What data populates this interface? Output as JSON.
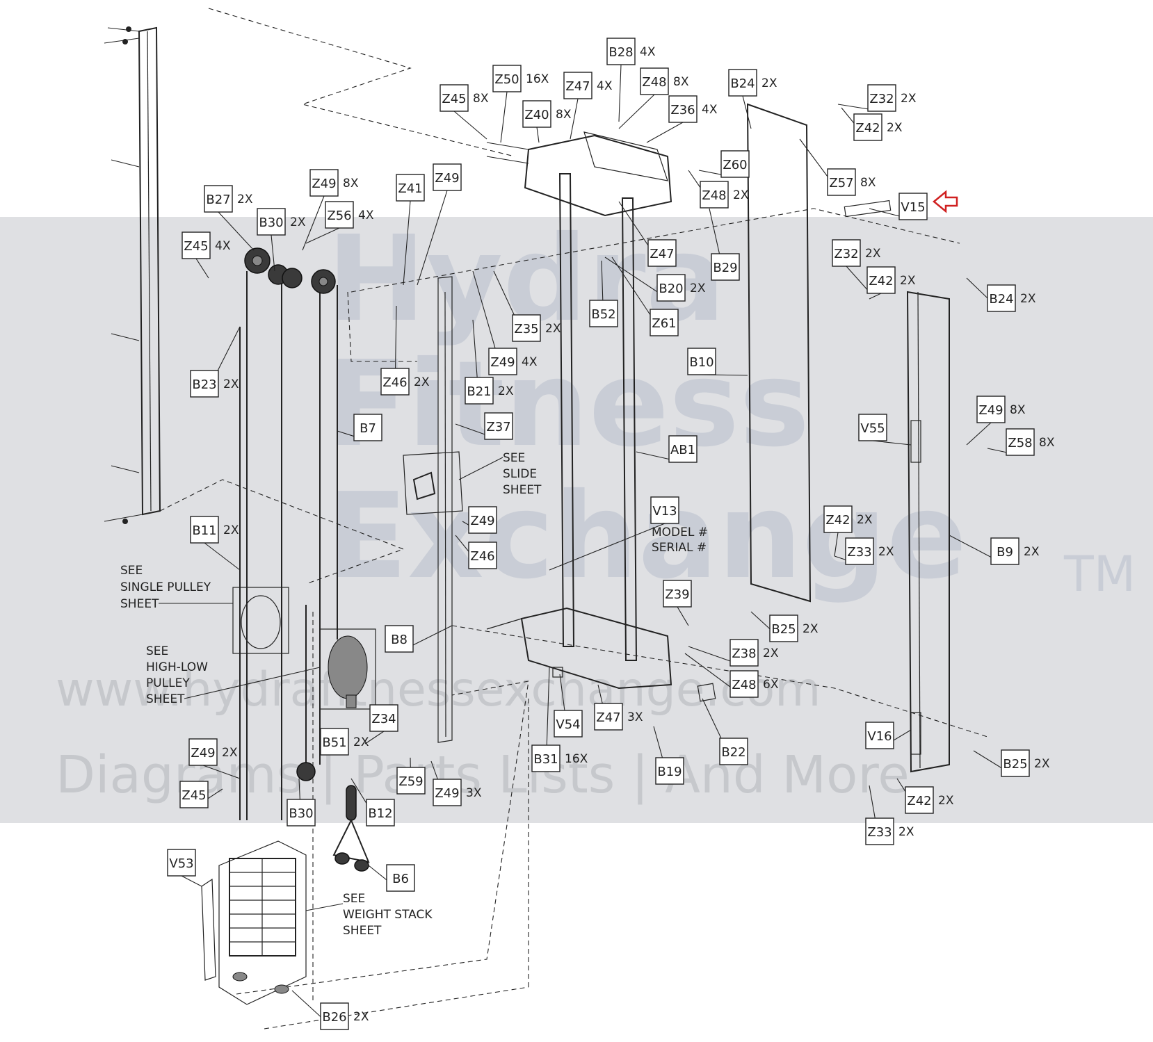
{
  "watermark": {
    "line1": "Hydra",
    "line2": "Fitness",
    "line3": "Exchange",
    "trademark": "TM",
    "url": "www.hydrafitnessexchange.com",
    "tagline": "Diagrams | Parts Lists | And More"
  },
  "notes": {
    "single_pulley": [
      "SEE",
      "SINGLE PULLEY",
      "SHEET"
    ],
    "high_low_pulley": [
      "SEE",
      "HIGH-LOW",
      "PULLEY",
      "SHEET"
    ],
    "slide": [
      "SEE",
      "SLIDE",
      "SHEET"
    ],
    "weight_stack": [
      "SEE",
      "WEIGHT STACK",
      "SHEET"
    ],
    "model_serial": [
      "MODEL #",
      "SERIAL #"
    ]
  },
  "callouts": [
    {
      "id": "B28",
      "qty": "4X"
    },
    {
      "id": "Z50",
      "qty": "16X"
    },
    {
      "id": "Z47",
      "qty": "4X"
    },
    {
      "id": "Z48",
      "qty": "8X"
    },
    {
      "id": "B24",
      "qty": "2X"
    },
    {
      "id": "Z45",
      "qty": "8X"
    },
    {
      "id": "Z40",
      "qty": "8X"
    },
    {
      "id": "Z36",
      "qty": "4X"
    },
    {
      "id": "Z32",
      "qty": "2X"
    },
    {
      "id": "Z42",
      "qty": "2X"
    },
    {
      "id": "Z60",
      "qty": ""
    },
    {
      "id": "Z48",
      "qty": "2X"
    },
    {
      "id": "Z57",
      "qty": "8X"
    },
    {
      "id": "V15",
      "qty": ""
    },
    {
      "id": "Z49",
      "qty": "8X"
    },
    {
      "id": "Z41",
      "qty": ""
    },
    {
      "id": "Z49",
      "qty": ""
    },
    {
      "id": "B27",
      "qty": "2X"
    },
    {
      "id": "B30",
      "qty": "2X"
    },
    {
      "id": "Z56",
      "qty": "4X"
    },
    {
      "id": "Z45",
      "qty": "4X"
    },
    {
      "id": "Z47",
      "qty": ""
    },
    {
      "id": "B29",
      "qty": ""
    },
    {
      "id": "B20",
      "qty": "2X"
    },
    {
      "id": "Z32",
      "qty": "2X"
    },
    {
      "id": "Z42",
      "qty": "2X"
    },
    {
      "id": "B24",
      "qty": "2X"
    },
    {
      "id": "B52",
      "qty": ""
    },
    {
      "id": "Z61",
      "qty": ""
    },
    {
      "id": "Z35",
      "qty": "2X"
    },
    {
      "id": "B23",
      "qty": "2X"
    },
    {
      "id": "Z49",
      "qty": "4X"
    },
    {
      "id": "Z46",
      "qty": "2X"
    },
    {
      "id": "B21",
      "qty": "2X"
    },
    {
      "id": "B10",
      "qty": ""
    },
    {
      "id": "Z49",
      "qty": "8X"
    },
    {
      "id": "B7",
      "qty": ""
    },
    {
      "id": "Z37",
      "qty": ""
    },
    {
      "id": "V55",
      "qty": ""
    },
    {
      "id": "Z58",
      "qty": "8X"
    },
    {
      "id": "AB1",
      "qty": ""
    },
    {
      "id": "V13",
      "qty": ""
    },
    {
      "id": "Z49",
      "qty": ""
    },
    {
      "id": "B11",
      "qty": "2X"
    },
    {
      "id": "Z42",
      "qty": "2X"
    },
    {
      "id": "Z46",
      "qty": ""
    },
    {
      "id": "Z33",
      "qty": "2X"
    },
    {
      "id": "B9",
      "qty": "2X"
    },
    {
      "id": "Z39",
      "qty": ""
    },
    {
      "id": "B25",
      "qty": "2X"
    },
    {
      "id": "B8",
      "qty": ""
    },
    {
      "id": "Z38",
      "qty": "2X"
    },
    {
      "id": "Z48",
      "qty": "6X"
    },
    {
      "id": "V54",
      "qty": ""
    },
    {
      "id": "Z47",
      "qty": "3X"
    },
    {
      "id": "B22",
      "qty": ""
    },
    {
      "id": "Z34",
      "qty": ""
    },
    {
      "id": "V16",
      "qty": ""
    },
    {
      "id": "Z49",
      "qty": "2X"
    },
    {
      "id": "B51",
      "qty": "2X"
    },
    {
      "id": "B31",
      "qty": "16X"
    },
    {
      "id": "B19",
      "qty": ""
    },
    {
      "id": "B25",
      "qty": "2X"
    },
    {
      "id": "Z59",
      "qty": ""
    },
    {
      "id": "Z49",
      "qty": "3X"
    },
    {
      "id": "Z45",
      "qty": ""
    },
    {
      "id": "B30",
      "qty": ""
    },
    {
      "id": "B12",
      "qty": ""
    },
    {
      "id": "Z42",
      "qty": "2X"
    },
    {
      "id": "Z33",
      "qty": "2X"
    },
    {
      "id": "V53",
      "qty": ""
    },
    {
      "id": "B6",
      "qty": ""
    },
    {
      "id": "B26",
      "qty": "2X"
    }
  ],
  "colors": {
    "ink": "#222222",
    "watermark_band": "#dfe0e3",
    "watermark_text": "#c9cdd6",
    "pointer": "#d02020"
  }
}
